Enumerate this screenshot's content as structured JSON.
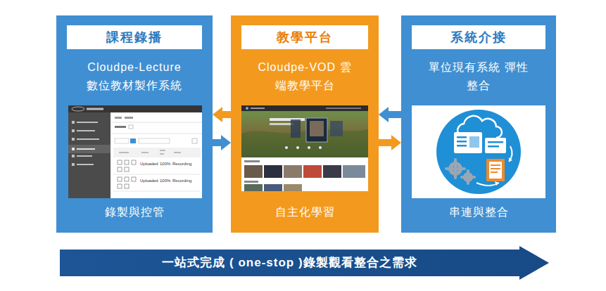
{
  "diagram": {
    "nodes": [
      {
        "text": [
          "課程錄播",
          "Cloudpe-Lecture 數位教材製作系統",
          "錄製與控管"
        ]
      },
      {
        "text": [
          "教學平台",
          "Cloudpe-VOD 雲端教學平台",
          "自主化學習"
        ]
      },
      {
        "text": [
          "系統介接",
          "單位現有系統 彈性整合",
          "串連與整合"
        ]
      },
      {
        "text": [
          "一站式完成 ( one-stop )錄製觀看整合之需求"
        ]
      }
    ],
    "edges": [
      {
        "from": 1,
        "to": 0,
        "arrow": "to"
      },
      {
        "from": 0,
        "to": 1,
        "arrow": "to"
      },
      {
        "from": 1,
        "to": 2,
        "arrow": "to"
      },
      {
        "from": 2,
        "to": 1,
        "arrow": "to"
      }
    ],
    "labels": [
      "Uploaded",
      "100%",
      "Recording",
      "Uploaded",
      "100%",
      "Recording"
    ]
  }
}
